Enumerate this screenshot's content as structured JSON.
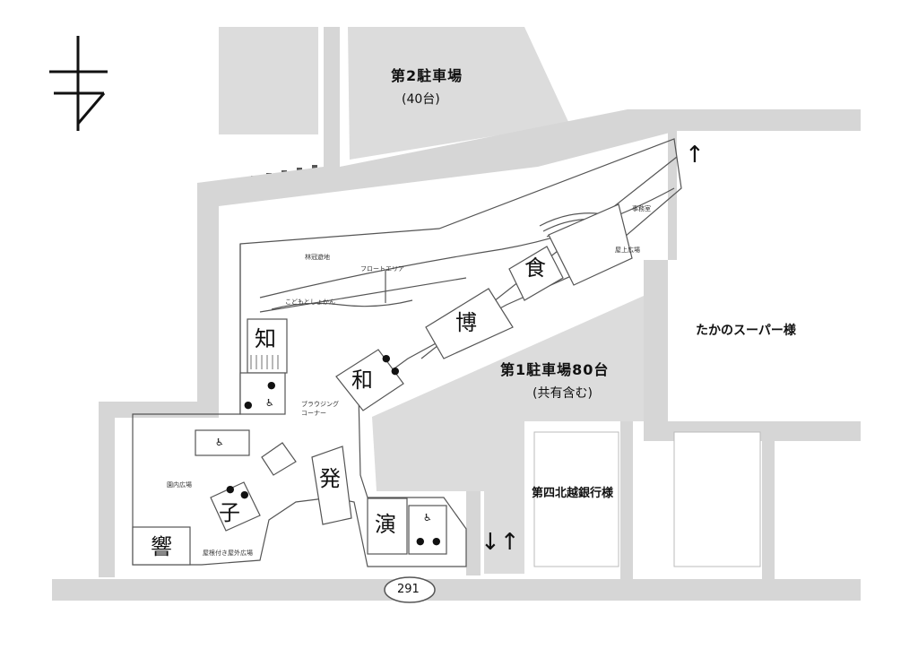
{
  "colors": {
    "road": "#d6d6d6",
    "lot": "#dcdcdc",
    "line": "#555555",
    "bg": "#ffffff"
  },
  "labels": {
    "parking2": "第2駐車場",
    "parking2_count": "(40台)",
    "parking1": "第1駐車場80台",
    "parking1_note": "(共有含む)",
    "super": "たかのスーパー様",
    "bank": "第四北越銀行様",
    "route": "291"
  },
  "small_labels": {
    "forest": "林冠遊地",
    "float": "フロートエリア",
    "stream": "こどもとしょかん",
    "rooftop": "屋上広場",
    "office": "事務室",
    "browsing1": "ブラウジング",
    "browsing2": "コーナー",
    "inner": "園内広場",
    "plaza": "屋根付き屋外広場"
  },
  "buildings": {
    "chi": "知",
    "wa": "和",
    "haku": "博",
    "shoku": "食",
    "hatsu": "発",
    "en": "演",
    "ko": "子",
    "kyo": "響"
  },
  "icons": {
    "compass": "north-compass-icon",
    "person": "person-icon",
    "wheelchair": "wheelchair-icon",
    "arrow_up": "↑",
    "arrows_updown": "↓↑"
  }
}
